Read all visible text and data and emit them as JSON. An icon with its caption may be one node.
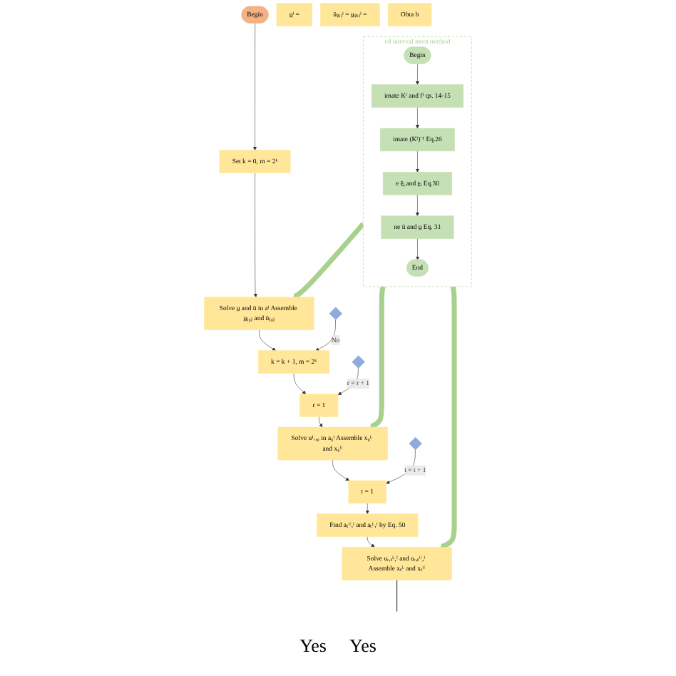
{
  "diagram": {
    "nodes": [
      {
        "text": [
          "ed interval ment method"
        ]
      },
      {
        "text": [
          "Begin"
        ],
        "in": 0
      },
      {
        "text": [
          "imate Kᴵ and fᴵ qs. 14-15"
        ],
        "in": 0
      },
      {
        "text": [
          "imate (Kᴵ)⁻¹ Eq.26"
        ],
        "in": 0
      },
      {
        "text": [
          "e ē̲ᵢ and e̲ᵢ Eq.30"
        ],
        "in": 0
      },
      {
        "text": [
          "ne ū and u̲ Eq. 31"
        ],
        "in": 0
      },
      {
        "text": [
          "End"
        ],
        "in": 0
      },
      {
        "text": [
          "Begin"
        ]
      },
      {
        "text": [
          "Set k = 0, m = 2ᵏ"
        ]
      },
      {
        "text": [
          "Solve u̲ and ū in aᴵ Assemble u̲₍₀₎ and ū₍₀₎"
        ]
      },
      {
        "text": [
          "k = k + 1, m = 2ᵏ"
        ]
      },
      {
        "text": [
          "r = 1"
        ]
      },
      {
        "text": [
          "Solve u¹ᵣ,₀ in a₀ᴵ Assemble x₀ᴸ and x₀ᵁ"
        ]
      },
      {
        "text": [
          "t = 1"
        ]
      },
      {
        "text": [
          "Find aₜᵁ,ᴵ and aₜᴸ,ᴵ by Eq. 50"
        ]
      },
      {
        "text": [
          "Solve uᵣ,ₜᴸ,ᴵ and uᵣ,ₜᵁ,ᴵ Assemble xₜᴸ and xₜᵁ"
        ]
      },
      {
        "text": [
          "u̲ᴵ ="
        ]
      },
      {
        "text": [],
        "shape": "diamond"
      },
      {
        "text": [
          "ū₍ₖ₎ᴵ = u̲₍ₖ₎ᴵ ="
        ]
      },
      {
        "text": [],
        "shape": "diamond"
      },
      {
        "text": [
          "Obta b"
        ]
      },
      {
        "text": [],
        "shape": "diamond"
      }
    ],
    "edges": [
      {
        "from": 1,
        "to": 2,
        "arrow": "to"
      },
      {
        "from": 2,
        "to": 3,
        "arrow": "to"
      },
      {
        "from": 3,
        "to": 4,
        "arrow": "to"
      },
      {
        "from": 4,
        "to": 5,
        "arrow": "to"
      },
      {
        "from": 5,
        "to": 6,
        "arrow": "to"
      },
      {
        "from": 0,
        "to": 9,
        "arrow": "to",
        "style": "thick",
        "color": "#a9d18e"
      },
      {
        "from": 0,
        "to": 12,
        "arrow": "to",
        "style": "thick",
        "color": "#a9d18e"
      },
      {
        "from": 0,
        "to": 15,
        "arrow": "to",
        "style": "thick",
        "color": "#a9d18e"
      },
      {
        "from": 7,
        "to": 8,
        "arrow": "to"
      },
      {
        "from": 8,
        "to": 9,
        "arrow": "to"
      },
      {
        "from": 9,
        "to": 10,
        "arrow": "to"
      },
      {
        "from": 10,
        "to": 11,
        "arrow": "to"
      },
      {
        "from": 11,
        "to": 12,
        "arrow": "to"
      },
      {
        "from": 12,
        "to": 13,
        "arrow": "to"
      },
      {
        "from": 13,
        "to": 14,
        "arrow": "to"
      },
      {
        "from": 14,
        "to": 15,
        "arrow": "to"
      },
      {
        "from": 17,
        "to": 10,
        "arrow": "to",
        "label": "No"
      },
      {
        "from": 19,
        "to": 11,
        "arrow": "to",
        "label": "r = r + 1"
      },
      {
        "from": 21,
        "to": 13,
        "arrow": "to",
        "label": "t = t + 1"
      },
      {
        "from": 15,
        "to": null,
        "arrow": "none"
      }
    ],
    "labels": [
      "Yes",
      "Yes"
    ]
  }
}
